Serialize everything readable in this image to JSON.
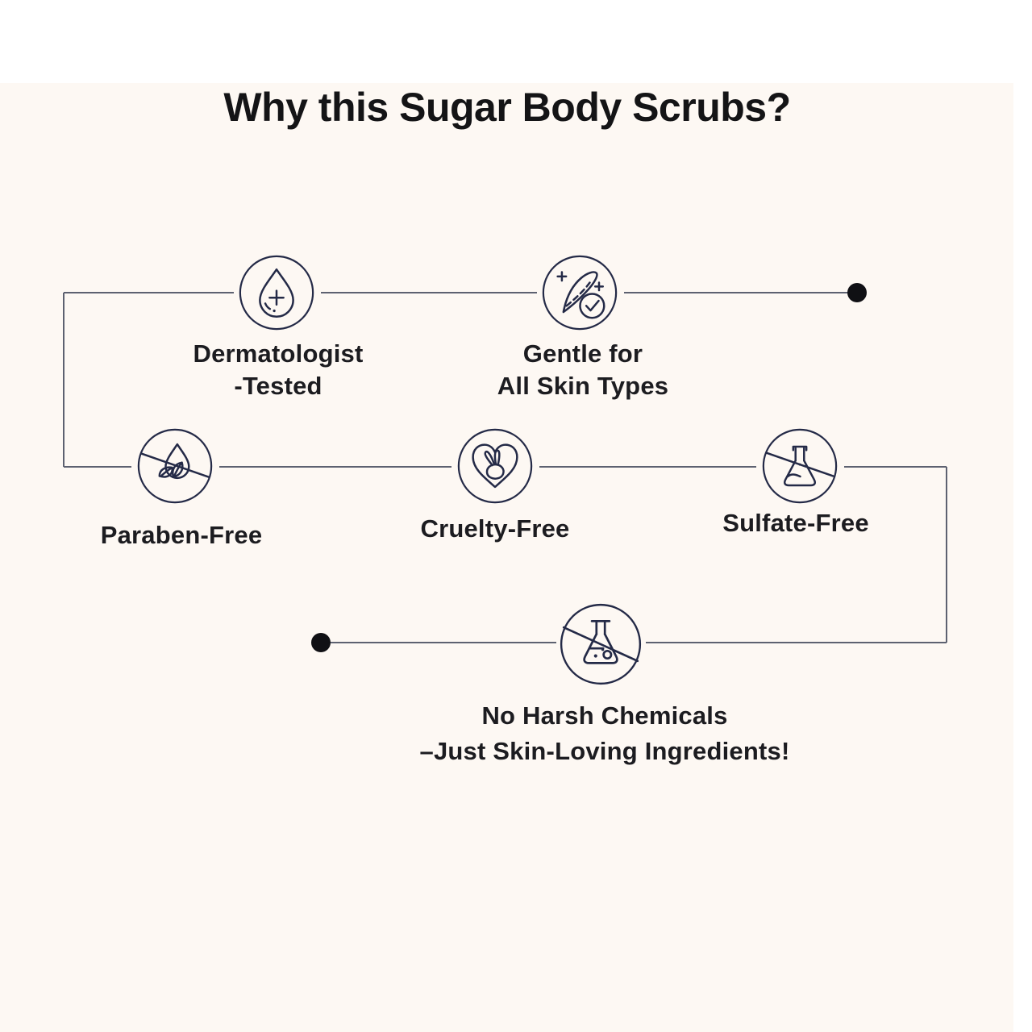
{
  "theme": {
    "page_bg": "#ffffff",
    "panel_bg": "#fdf8f3",
    "icon_stroke": "#242a47",
    "line_color": "#5d6170",
    "dot_color": "#101014",
    "title_color": "#141416",
    "label_color": "#1c1c20"
  },
  "title": "Why this Sugar Body Scrubs?",
  "features": [
    {
      "id": "dermatologist-tested",
      "label": "Dermatologist\n-Tested",
      "icon": "water-drop-plus-icon"
    },
    {
      "id": "gentle-all-skin-types",
      "label": "Gentle for\nAll Skin Types",
      "icon": "feather-check-icon"
    },
    {
      "id": "paraben-free",
      "label": "Paraben-Free",
      "icon": "no-paraben-drop-leaf-icon"
    },
    {
      "id": "cruelty-free",
      "label": "Cruelty-Free",
      "icon": "rabbit-in-heart-icon"
    },
    {
      "id": "sulfate-free",
      "label": "Sulfate-Free",
      "icon": "no-sulfate-flask-icon"
    },
    {
      "id": "no-harsh-chemicals",
      "label": "No Harsh Chemicals\n–Just Skin-Loving Ingredients!",
      "icon": "no-chemicals-flask-icon"
    }
  ]
}
